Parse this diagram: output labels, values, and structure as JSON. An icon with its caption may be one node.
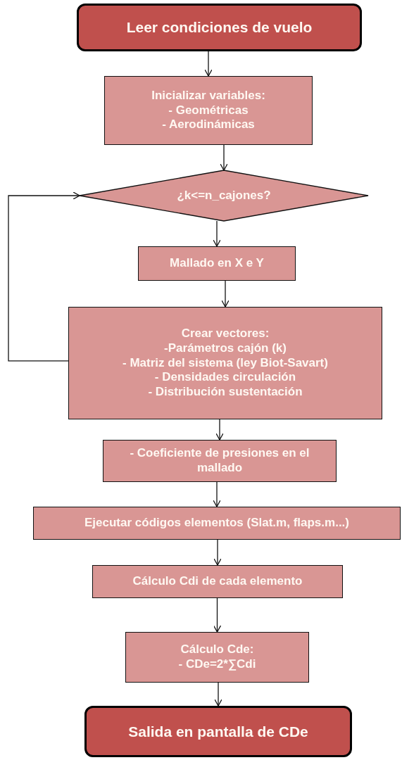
{
  "diagram": {
    "nodes": [
      {
        "text": [
          "Leer condiciones de vuelo"
        ]
      },
      {
        "text": [
          "Inicializar variables:",
          "- Geométricas",
          "- Aerodinámicas"
        ]
      },
      {
        "text": [
          "¿k<=n_cajones?"
        ]
      },
      {
        "text": [
          "Mallado en X e Y"
        ]
      },
      {
        "text": [
          "Crear vectores:",
          "-Parámetros cajón (k)",
          "- Matriz del sistema (ley Biot-Savart)",
          "- Densidades circulación",
          "- Distribución sustentación"
        ]
      },
      {
        "text": [
          "- Coeficiente de presiones en el mallado"
        ]
      },
      {
        "text": [
          "Ejecutar códigos elementos (Slat.m, flaps.m...)"
        ]
      },
      {
        "text": [
          "Cálculo Cdi de cada elemento"
        ]
      },
      {
        "text": [
          "Cálculo Cde:",
          "- CDe=2*∑Cdi"
        ]
      },
      {
        "text": [
          "Salida en pantalla de CDe"
        ]
      }
    ],
    "edges": [
      {
        "from": 0,
        "to": 1,
        "arrow": "to"
      },
      {
        "from": 1,
        "to": 2,
        "arrow": "to"
      },
      {
        "from": 2,
        "to": 3,
        "arrow": "to"
      },
      {
        "from": 3,
        "to": 4,
        "arrow": "to"
      },
      {
        "from": 4,
        "to": 2,
        "arrow": "to"
      },
      {
        "from": 4,
        "to": 5,
        "arrow": "to"
      },
      {
        "from": 5,
        "to": 6,
        "arrow": "to"
      },
      {
        "from": 6,
        "to": 7,
        "arrow": "to"
      },
      {
        "from": 7,
        "to": 8,
        "arrow": "to"
      },
      {
        "from": 8,
        "to": 9,
        "arrow": "to"
      }
    ]
  }
}
